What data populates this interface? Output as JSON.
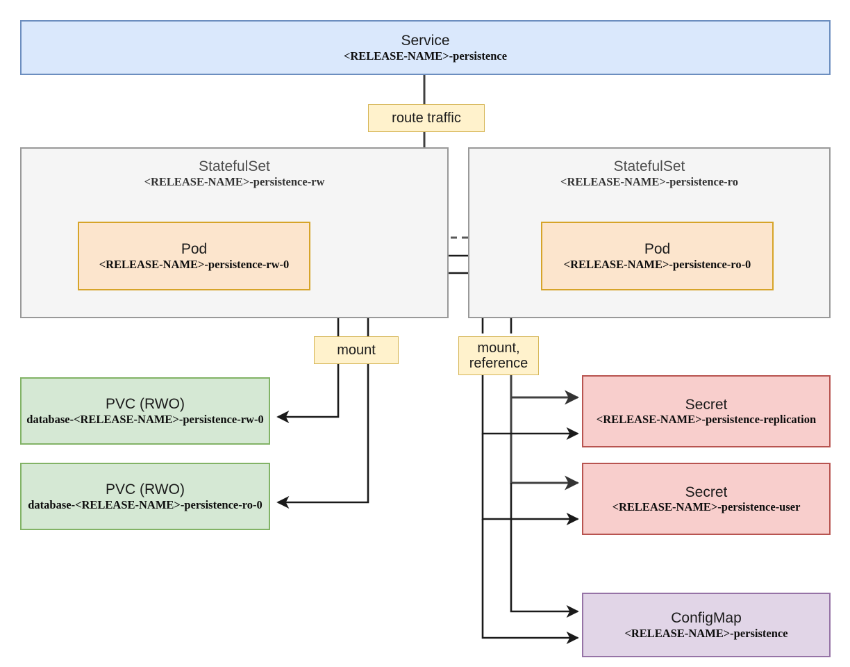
{
  "diagram": {
    "kind": "kubernetes-architecture",
    "nodes": {
      "service": {
        "title": "Service",
        "subtitle": "<RELEASE-NAME>-persistence",
        "color": "#dae8fc",
        "border": "#6c8ebf"
      },
      "statefulset_rw": {
        "title": "StatefulSet",
        "subtitle": "<RELEASE-NAME>-persistence-rw",
        "color": "#f5f5f5",
        "border": "#999999"
      },
      "statefulset_ro": {
        "title": "StatefulSet",
        "subtitle": "<RELEASE-NAME>-persistence-ro",
        "color": "#f5f5f5",
        "border": "#999999"
      },
      "pod_rw": {
        "title": "Pod",
        "subtitle": "<RELEASE-NAME>-persistence-rw-0",
        "color": "#fce5cd",
        "border": "#d6a429"
      },
      "pod_ro": {
        "title": "Pod",
        "subtitle": "<RELEASE-NAME>-persistence-ro-0",
        "color": "#fce5cd",
        "border": "#d6a429"
      },
      "pvc_rw": {
        "title": "PVC (RWO)",
        "subtitle": "database-<RELEASE-NAME>-persistence-rw-0",
        "color": "#d5e8d4",
        "border": "#82b366"
      },
      "pvc_ro": {
        "title": "PVC (RWO)",
        "subtitle": "database-<RELEASE-NAME>-persistence-ro-0",
        "color": "#d5e8d4",
        "border": "#82b366"
      },
      "secret_replication": {
        "title": "Secret",
        "subtitle": "<RELEASE-NAME>-persistence-replication",
        "color": "#f8cecc",
        "border": "#b85450"
      },
      "secret_user": {
        "title": "Secret",
        "subtitle": "<RELEASE-NAME>-persistence-user",
        "color": "#f8cecc",
        "border": "#b85450"
      },
      "configmap": {
        "title": "ConfigMap",
        "subtitle": "<RELEASE-NAME>-persistence",
        "color": "#e1d5e7",
        "border": "#9673a6"
      }
    },
    "edge_labels": {
      "route_traffic": "route traffic",
      "mount": "mount",
      "mount_reference_line1": "mount,",
      "mount_reference_line2": "reference"
    },
    "edges": [
      {
        "from": "service",
        "to": "pod_rw",
        "label": "route traffic",
        "style": "solid"
      },
      {
        "from": "pod_rw",
        "to": "pod_ro",
        "label": "",
        "style": "dashed"
      },
      {
        "from": "pod_rw",
        "to": "pvc_rw",
        "label": "mount",
        "style": "solid"
      },
      {
        "from": "pod_ro",
        "to": "pvc_ro",
        "label": "mount",
        "style": "solid"
      },
      {
        "from": "pod_ro",
        "to": "secret_replication",
        "label": "mount, reference",
        "style": "solid"
      },
      {
        "from": "pod_rw",
        "to": "secret_replication",
        "label": "mount, reference",
        "style": "solid"
      },
      {
        "from": "pod_ro",
        "to": "secret_user",
        "label": "mount, reference",
        "style": "solid"
      },
      {
        "from": "pod_rw",
        "to": "secret_user",
        "label": "mount, reference",
        "style": "solid"
      },
      {
        "from": "pod_ro",
        "to": "configmap",
        "label": "mount, reference",
        "style": "solid"
      },
      {
        "from": "pod_rw",
        "to": "configmap",
        "label": "mount, reference",
        "style": "solid"
      }
    ],
    "palette": {
      "edge_stroke": "#1a1a1a",
      "edge_stroke_light": "#4d4d4d",
      "label_fill": "#fff2cc",
      "label_border": "#d6b656"
    }
  }
}
